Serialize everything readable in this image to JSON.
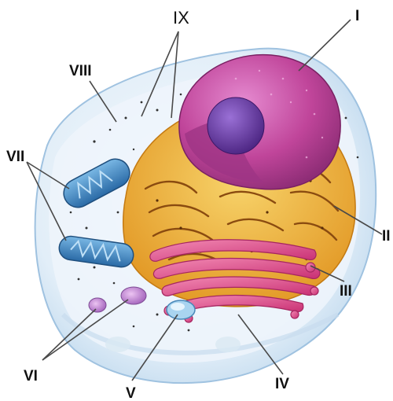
{
  "diagram": {
    "labels": {
      "I": "I",
      "II": "II",
      "III": "III",
      "IV": "IV",
      "V": "V",
      "VI": "VI",
      "VII": "VII",
      "VIII": "VIII",
      "IX": "IX"
    },
    "colors": {
      "membrane": "#cfe3f3",
      "cytoplasm": "#eef5fb",
      "endoplasmic_reticulum": "#f2b53a",
      "nucleus": "#c0459a",
      "nucleolus": "#6a3aa0",
      "golgi": "#e0508c",
      "mitochondria": "#3d86c2",
      "lysosome": "#c58ad6",
      "vesicle": "#a9d4f0",
      "leader_line": "#4a4a4a"
    }
  }
}
